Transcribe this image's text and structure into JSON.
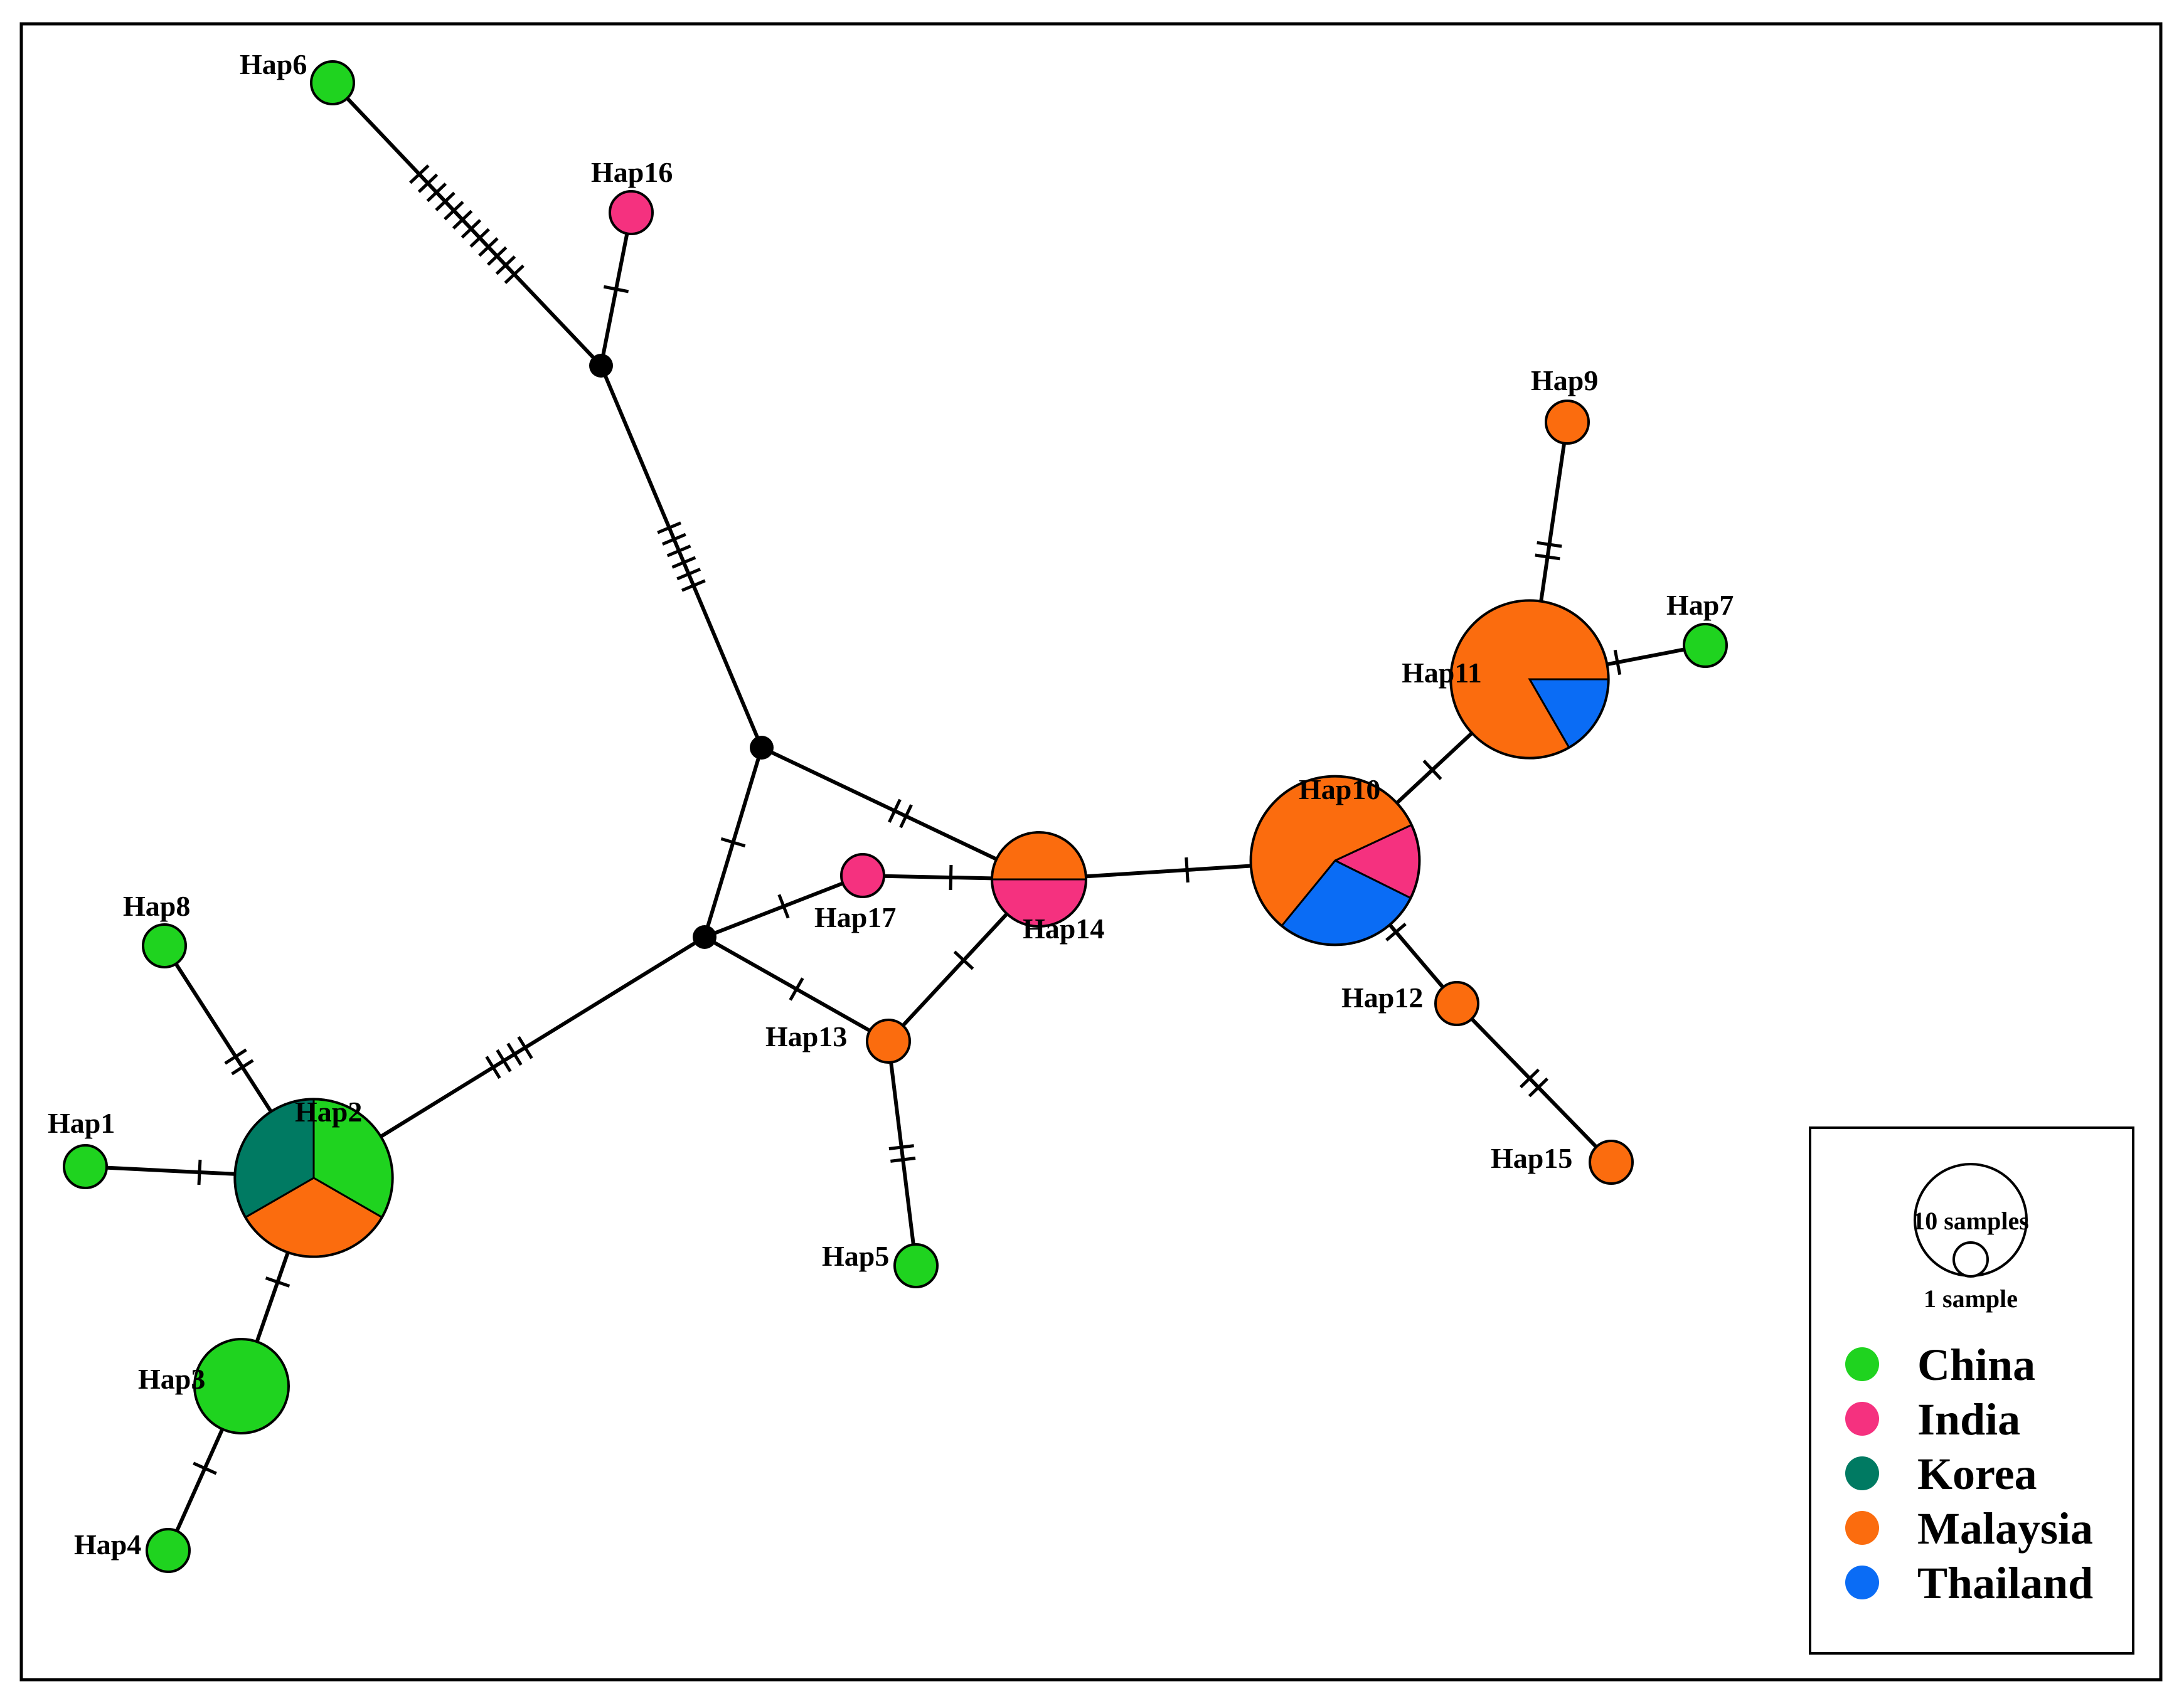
{
  "colors": {
    "China": "#1fd31f",
    "India": "#f5317f",
    "Korea": "#007a62",
    "Malaysia": "#fb6c0e",
    "Thailand": "#0a6cf5",
    "median": "#000000"
  },
  "haplotypes": [
    {
      "id": "Hap1",
      "label": "Hap1",
      "n": 1,
      "composition": {
        "China": 1
      }
    },
    {
      "id": "Hap2",
      "label": "Hap2",
      "n": 6,
      "composition": {
        "China": 2,
        "Malaysia": 2,
        "Korea": 2
      }
    },
    {
      "id": "Hap3",
      "label": "Hap3",
      "n": 2,
      "composition": {
        "China": 2
      }
    },
    {
      "id": "Hap4",
      "label": "Hap4",
      "n": 1,
      "composition": {
        "China": 1
      }
    },
    {
      "id": "Hap5",
      "label": "Hap5",
      "n": 1,
      "composition": {
        "China": 1
      }
    },
    {
      "id": "Hap6",
      "label": "Hap6",
      "n": 1,
      "composition": {
        "China": 1
      }
    },
    {
      "id": "Hap7",
      "label": "Hap7",
      "n": 1,
      "composition": {
        "China": 1
      }
    },
    {
      "id": "Hap8",
      "label": "Hap8",
      "n": 1,
      "composition": {
        "China": 1
      }
    },
    {
      "id": "Hap9",
      "label": "Hap9",
      "n": 1,
      "composition": {
        "Malaysia": 1
      }
    },
    {
      "id": "Hap10",
      "label": "Hap10",
      "n": 7,
      "composition": {
        "India": 1,
        "Thailand": 2,
        "Malaysia": 4
      }
    },
    {
      "id": "Hap11",
      "label": "Hap11",
      "n": 6,
      "composition": {
        "Thailand": 1,
        "Malaysia": 5
      }
    },
    {
      "id": "Hap12",
      "label": "Hap12",
      "n": 1,
      "composition": {
        "Malaysia": 1
      }
    },
    {
      "id": "Hap13",
      "label": "Hap13",
      "n": 1,
      "composition": {
        "Malaysia": 1
      }
    },
    {
      "id": "Hap14",
      "label": "Hap14",
      "n": 2,
      "composition": {
        "India": 1,
        "Malaysia": 1
      }
    },
    {
      "id": "Hap15",
      "label": "Hap15",
      "n": 1,
      "composition": {
        "Malaysia": 1
      }
    },
    {
      "id": "Hap16",
      "label": "Hap16",
      "n": 1,
      "composition": {
        "India": 1
      }
    },
    {
      "id": "Hap17",
      "label": "Hap17",
      "n": 1,
      "composition": {
        "India": 1
      }
    }
  ],
  "median_vectors": [
    "mv1",
    "mv2",
    "mv3"
  ],
  "edges": [
    {
      "a": "Hap1",
      "b": "Hap2",
      "mutations": 1
    },
    {
      "a": "Hap8",
      "b": "Hap2",
      "mutations": 2
    },
    {
      "a": "Hap3",
      "b": "Hap2",
      "mutations": 1
    },
    {
      "a": "Hap4",
      "b": "Hap3",
      "mutations": 1
    },
    {
      "a": "Hap2",
      "b": "mv3",
      "mutations": 4
    },
    {
      "a": "mv3",
      "b": "mv2",
      "mutations": 1
    },
    {
      "a": "mv3",
      "b": "Hap17",
      "mutations": 1
    },
    {
      "a": "mv3",
      "b": "Hap13",
      "mutations": 1
    },
    {
      "a": "Hap17",
      "b": "Hap14",
      "mutations": 1
    },
    {
      "a": "Hap13",
      "b": "Hap14",
      "mutations": 1
    },
    {
      "a": "Hap13",
      "b": "Hap5",
      "mutations": 2
    },
    {
      "a": "mv2",
      "b": "Hap14",
      "mutations": 2
    },
    {
      "a": "mv2",
      "b": "mv1",
      "mutations": 6
    },
    {
      "a": "mv1",
      "b": "Hap16",
      "mutations": 1
    },
    {
      "a": "mv1",
      "b": "Hap6",
      "mutations": 12
    },
    {
      "a": "Hap14",
      "b": "Hap10",
      "mutations": 1
    },
    {
      "a": "Hap10",
      "b": "Hap11",
      "mutations": 1
    },
    {
      "a": "Hap10",
      "b": "Hap12",
      "mutations": 1
    },
    {
      "a": "Hap12",
      "b": "Hap15",
      "mutations": 2
    },
    {
      "a": "Hap11",
      "b": "Hap9",
      "mutations": 2
    },
    {
      "a": "Hap11",
      "b": "Hap7",
      "mutations": 1
    }
  ],
  "legend": {
    "size_large": "10 samples",
    "size_small": "1 sample",
    "countries": [
      {
        "name": "China",
        "color": "#1fd31f"
      },
      {
        "name": "India",
        "color": "#f5317f"
      },
      {
        "name": "Korea",
        "color": "#007a62"
      },
      {
        "name": "Malaysia",
        "color": "#fb6c0e"
      },
      {
        "name": "Thailand",
        "color": "#0a6cf5"
      }
    ]
  }
}
